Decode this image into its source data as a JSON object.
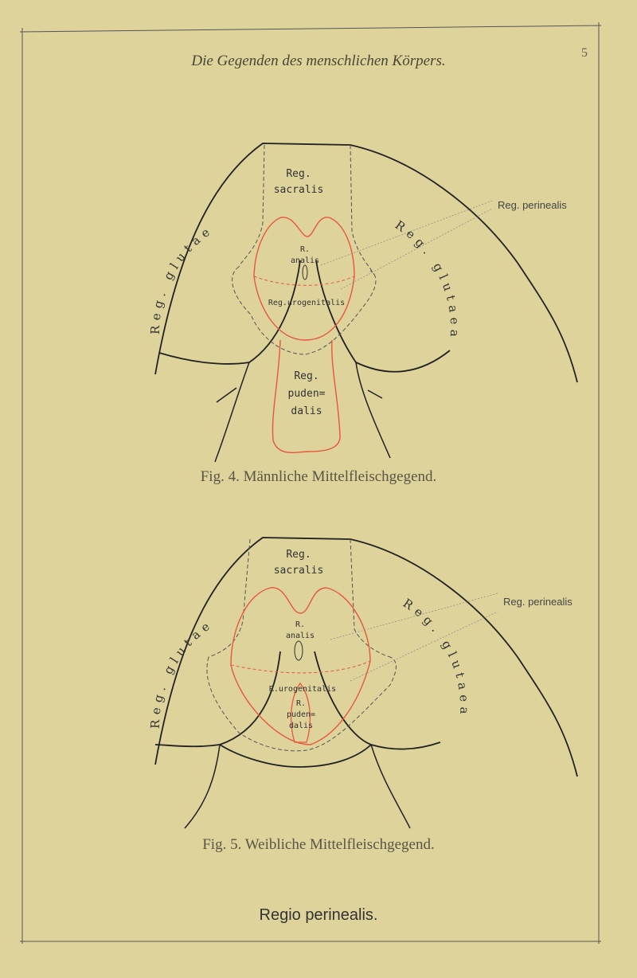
{
  "running_head": "Die Gegenden des menschlichen Körpers.",
  "page_number": "5",
  "colors": {
    "paper": "#ddd39b",
    "outline": "#2a2a2a",
    "region_red": "#e8563e",
    "dashed": "#555555"
  },
  "figures": [
    {
      "caption": "Fig. 4. Männliche Mittelfleischgegend.",
      "labels": {
        "sacralis_1": "Reg.",
        "sacralis_2": "sacralis",
        "analis_1": "R.",
        "analis_2": "analis",
        "urogenitalis": "Reg.urogenitalis",
        "pudendalis_1": "Reg.",
        "pudendalis_2": "puden=",
        "pudendalis_3": "dalis",
        "glutaea_left": "Reg. glutaea",
        "glutaea_right": "Reg. glutaea",
        "perinealis": "Reg. perinealis"
      }
    },
    {
      "caption": "Fig. 5. Weibliche Mittelfleischgegend.",
      "labels": {
        "sacralis_1": "Reg.",
        "sacralis_2": "sacralis",
        "analis_1": "R.",
        "analis_2": "analis",
        "urogenitalis": "R.urogenitalis",
        "pudendalis_1": "R.",
        "pudendalis_2": "puden=",
        "pudendalis_3": "dalis",
        "glutaea_left": "Reg. glutaea",
        "glutaea_right": "Reg. glutaea",
        "perinealis": "Reg. perinealis"
      }
    }
  ],
  "plate_title": "Regio perinealis."
}
